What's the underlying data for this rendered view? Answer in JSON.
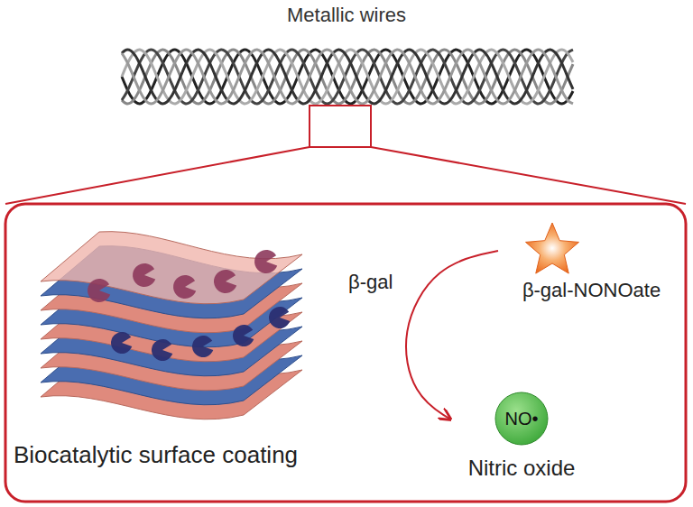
{
  "diagram": {
    "nodes": [
      {
        "text": [
          "β-gal-NONOate"
        ]
      },
      {
        "text": [
          "NO•",
          "Nitric oxide"
        ]
      }
    ],
    "edges": [
      {
        "from": 0,
        "to": 1,
        "arrow": "to",
        "label": "β-gal"
      }
    ],
    "labels": [
      "Metallic wires",
      "Biocatalytic surface coating"
    ]
  }
}
